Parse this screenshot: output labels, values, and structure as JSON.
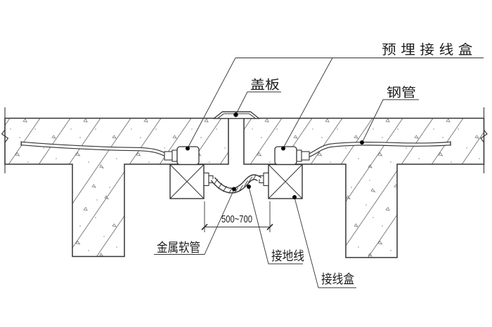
{
  "labels": {
    "embedded_junction_box": "预埋接线盒",
    "cover_plate": "盖板",
    "steel_pipe": "钢管",
    "flexible_metal_conduit": "金属软管",
    "grounding_wire": "接地线",
    "junction_box": "接线盒"
  },
  "dimension": {
    "joint_span": "500~700"
  },
  "colors": {
    "line": "#333333",
    "hatch": "#6f6f6f",
    "background": "#ffffff",
    "text": "#1d1d1d"
  }
}
